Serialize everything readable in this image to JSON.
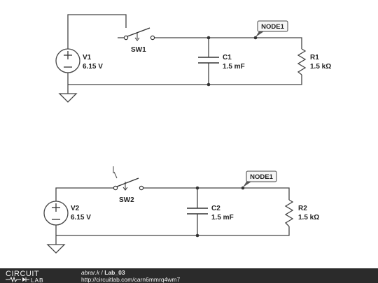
{
  "circuit_1": {
    "source": {
      "name": "V1",
      "value": "6.15 V"
    },
    "switch": {
      "name": "SW1"
    },
    "capacitor": {
      "name": "C1",
      "value": "1.5 mF"
    },
    "resistor": {
      "name": "R1",
      "value": "1.5 kΩ"
    },
    "node_tag": "NODE1"
  },
  "circuit_2": {
    "source": {
      "name": "V2",
      "value": "6.15 V"
    },
    "switch": {
      "name": "SW2"
    },
    "capacitor": {
      "name": "C2",
      "value": "1.5 mF"
    },
    "resistor": {
      "name": "R2",
      "value": "1.5 kΩ"
    },
    "node_tag": "NODE1"
  },
  "footer": {
    "logo_top": "CIRCUIT",
    "logo_bottom": "LAB",
    "user": "abrar.k",
    "separator": "/",
    "project": "Lab_03",
    "url": "http://circuitlab.com/carn6mmrq4wm7"
  },
  "colors": {
    "wire": "#444444",
    "footer_bg": "#2b2b2b",
    "tag_bg": "#f7f7f7"
  }
}
